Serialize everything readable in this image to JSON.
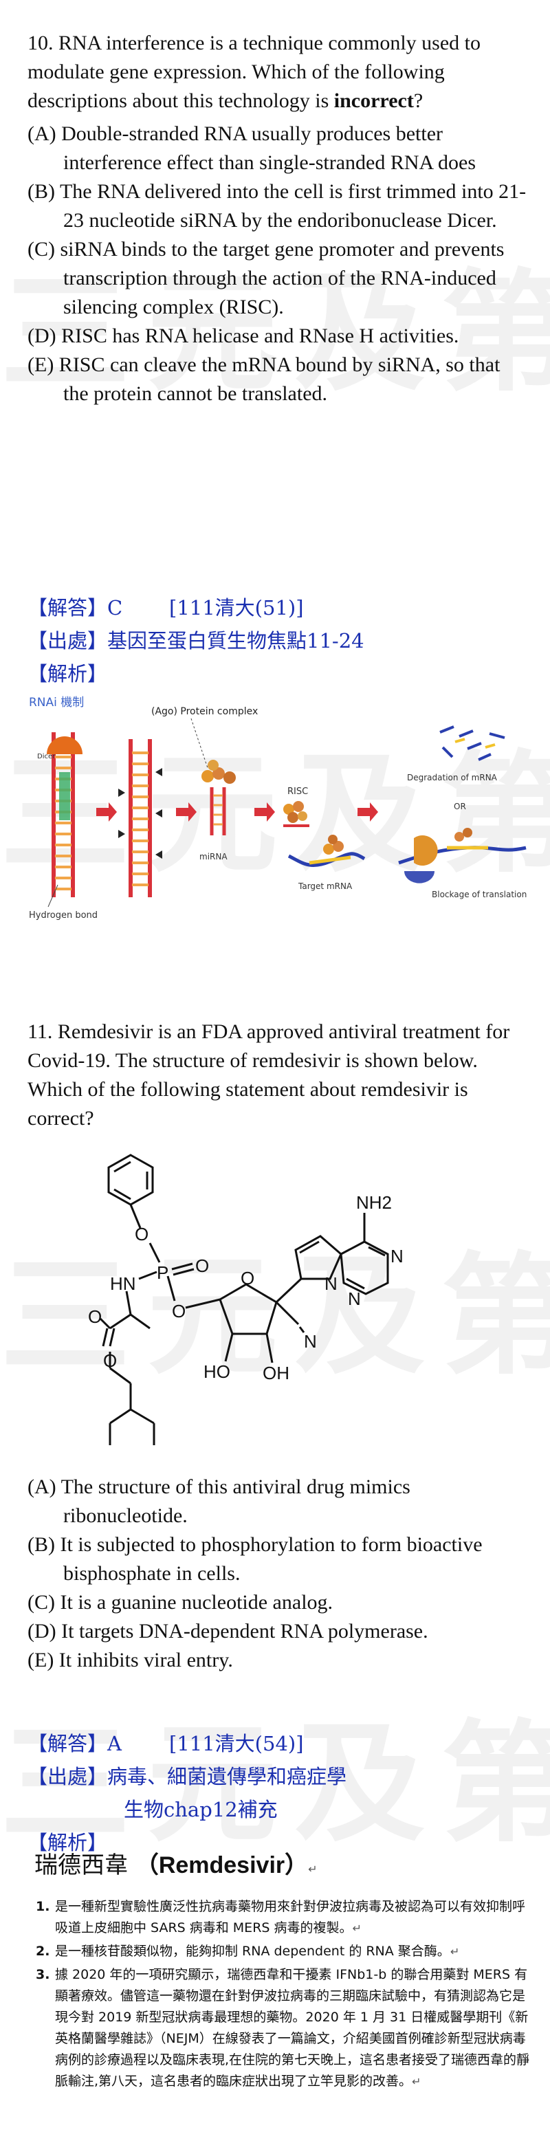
{
  "watermark": "三元及第",
  "q10": {
    "stem_a": "10. RNA interference is a technique commonly used to modulate gene expression. Which of the following descriptions about this technology is",
    "stem_bold": "incorrect",
    "stem_end": "?",
    "options": [
      "(A) Double-stranded RNA usually produces better interference effect than single-stranded RNA does",
      "(B) The RNA delivered into the cell is first trimmed into 21-23 nucleotide siRNA by the endoribonuclease Dicer.",
      "(C) siRNA binds to the target gene promoter and prevents transcription through the action of the RNA-induced silencing complex (RISC).",
      "(D) RISC has RNA helicase and RNase H activities.",
      "(E) RISC can cleave the mRNA bound by siRNA, so that the protein cannot be translated."
    ],
    "answer_tag": "【解答】",
    "answer": "C",
    "answer_src": "[111清大(51)]",
    "source_tag": "【出處】",
    "source": "基因至蛋白質生物焦點11-24",
    "analysis_tag": "【解析】"
  },
  "diagram": {
    "title": "RNAi 機制",
    "ago_label": "(Ago) Protein complex",
    "dicer": "Dicer",
    "risc": "RISC",
    "mirna": "miRNA",
    "target": "Target mRNA",
    "degradation": "Degradation of mRNA",
    "or": "OR",
    "blockage": "Blockage of translation",
    "hydrogen": "Hydrogen bond",
    "accent": "#d9323a",
    "ds_color": "#f2a64a"
  },
  "q11": {
    "stem": "11. Remdesivir is an FDA approved antiviral treatment for Covid-19. The structure of remdesivir is shown below. Which of the following statement about remdesivir is correct?",
    "options": [
      "(A) The structure of this antiviral drug mimics ribonucleotide.",
      "(B) It is subjected to phosphorylation to form bioactive bisphosphate in cells.",
      "(C) It is a guanine nucleotide analog.",
      "(D) It targets DNA-dependent RNA polymerase.",
      "(E) It inhibits viral entry."
    ],
    "answer_tag": "【解答】",
    "answer": "A",
    "answer_src": "[111清大(54)]",
    "source_tag": "【出處】",
    "source_1": "病毒、細菌遺傳學和癌症學",
    "source_2": "生物chap12補充",
    "analysis_tag": "【解析】"
  },
  "structure_labels": {
    "nh2": "NH2",
    "hn": "HN",
    "p": "P",
    "o": "O",
    "n": "N",
    "ho": "HO",
    "oh": "OH",
    "cn": "N"
  },
  "notes": {
    "heading_cn": "瑞德西韋",
    "heading_en": "Remdesivir",
    "return_mark": "↵",
    "items": [
      {
        "num": "1.",
        "text": "是一種新型實驗性廣泛性抗病毒藥物用來針對伊波拉病毒及被認為可以有效抑制呼吸道上皮細胞中 SARS 病毒和 MERS 病毒的複製。"
      },
      {
        "num": "2.",
        "text": "是一種核苷酸類似物，能夠抑制 RNA dependent 的 RNA 聚合酶。"
      },
      {
        "num": "3.",
        "text": "據 2020 年的一項研究顯示，瑞德西韋和干擾素 IFNb1-b 的聯合用藥對 MERS 有顯著療效。儘管這一藥物還在針對伊波拉病毒的三期臨床試驗中，有猜測認為它是現今對 2019 新型冠狀病毒最理想的藥物。2020 年 1 月 31 日權威醫學期刊《新英格蘭醫學雜誌》（NEJM）在線發表了一篇論文，介紹美國首例確診新型冠狀病毒病例的診療過程以及臨床表現,在住院的第七天晚上，這名患者接受了瑞德西韋的靜脈輸注,第八天，這名患者的臨床症狀出現了立竿見影的改善。"
      }
    ]
  }
}
